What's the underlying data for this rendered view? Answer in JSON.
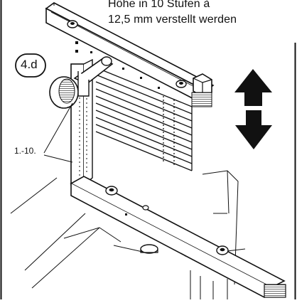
{
  "caption": {
    "line1": "Höhe in 10 Stufen à",
    "line2": "12,5 mm verstellt werden"
  },
  "badge": {
    "label": "4.d"
  },
  "steps_label": "1.-10.",
  "icons": {
    "up": "arrow-up-icon",
    "down": "arrow-down-icon"
  },
  "colors": {
    "ink": "#111111",
    "paper": "#ffffff"
  }
}
